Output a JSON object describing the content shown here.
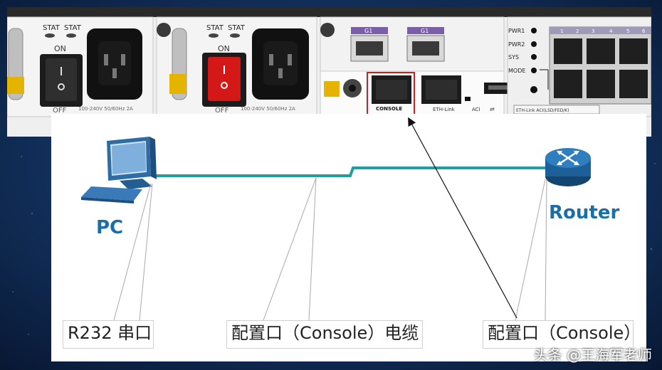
{
  "device": {
    "psu_left": {
      "stat_labels": [
        "STAT",
        "STAT"
      ],
      "on_label": "ON",
      "off_label": "OFF",
      "rating": "100-240V 50/60Hz 2A"
    },
    "psu_right": {
      "stat_labels": [
        "STAT",
        "STAT"
      ],
      "on_label": "ON",
      "off_label": "OFF",
      "rating": "100-240V 50/60Hz 2A"
    },
    "sfp_labels": [
      "G1",
      "G1"
    ],
    "console_label": "CONSOLE",
    "eth_link_label": "ETH-Link",
    "aci_label": "ACI",
    "indicators": [
      "PWR1",
      "PWR2",
      "SYS",
      "MODE"
    ],
    "port_numbers": [
      "1",
      "2",
      "3",
      "4",
      "5",
      "6"
    ],
    "ethport_label": "ETH-Link ACI(LSD/FED/K)"
  },
  "diagram": {
    "pc_label": "PC",
    "router_label": "Router",
    "captions": {
      "r232": "R232 串口",
      "cable": "配置口（Console）电缆",
      "console": "配置口（Console）"
    }
  },
  "colors": {
    "cable": "#1f9e9b",
    "highlight": "#cc1f1f",
    "router_body": "#1d5f98"
  },
  "watermark": "头条 @王海军老师"
}
